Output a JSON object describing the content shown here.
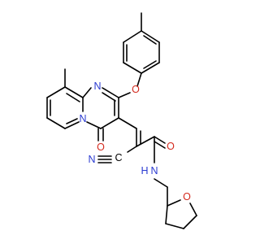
{
  "atom_labels": {
    "n_pyrimidine": "N",
    "n_bridgehead": "N",
    "o_carbonyl": "O",
    "o_ether": "O",
    "c_nitrile": "C",
    "n_nitrile": "N",
    "o_amide": "O",
    "n_amide": "N",
    "h_amide": "H",
    "o_thf": "O"
  },
  "colors": {
    "bond": "#000000",
    "nitrogen": "#2b3bd1",
    "oxygen": "#d42a1e",
    "carbon": "#000000",
    "background": "#ffffff"
  }
}
